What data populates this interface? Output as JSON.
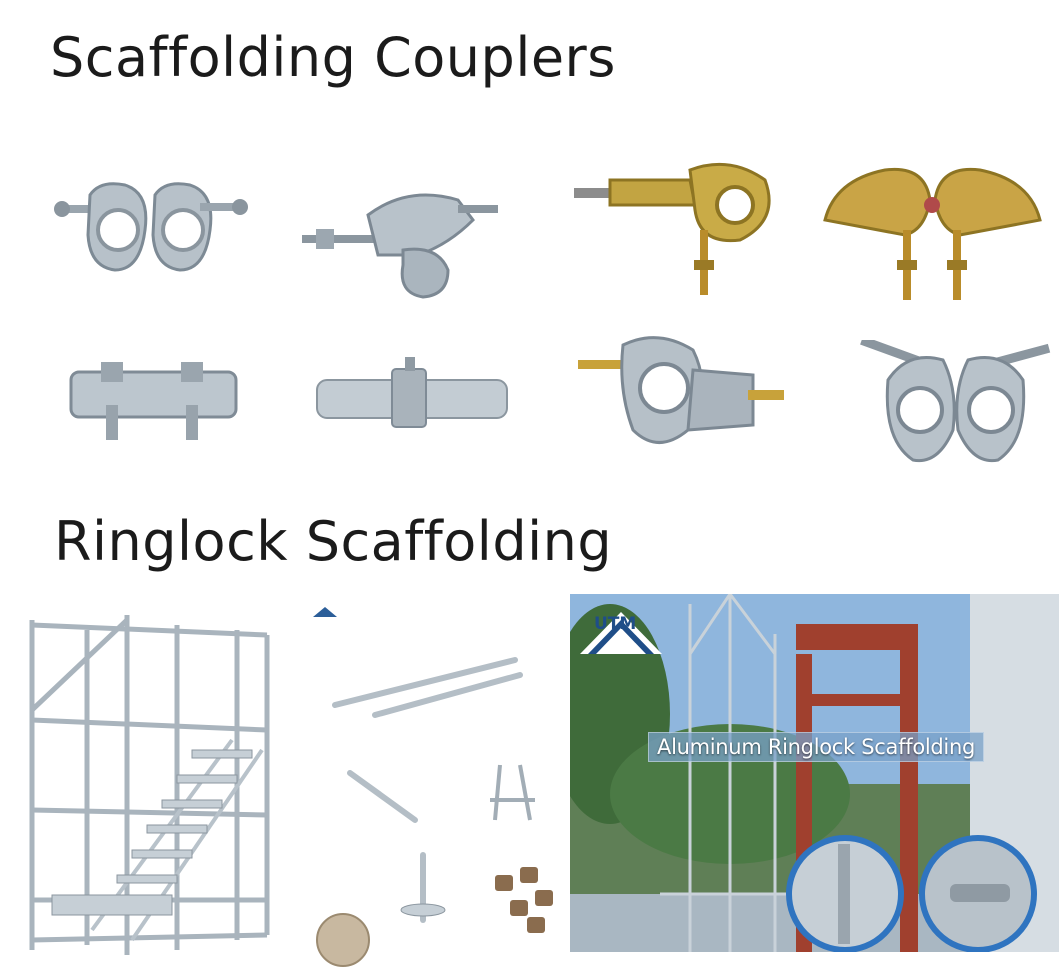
{
  "headings": {
    "couplers": "Scaffolding Couplers",
    "ringlock": "Ringlock Scaffolding"
  },
  "photo": {
    "logo": "UTM",
    "caption": "Aluminum Ringlock Scaffolding"
  },
  "colors": {
    "galvanized": "#b9c3cb",
    "galvanized_dark": "#7d8a95",
    "yellow_zinc": "#c9a93d",
    "sky": "#8fb6dd",
    "frame_red": "#a0402e",
    "accent_blue": "#2f74c0"
  }
}
